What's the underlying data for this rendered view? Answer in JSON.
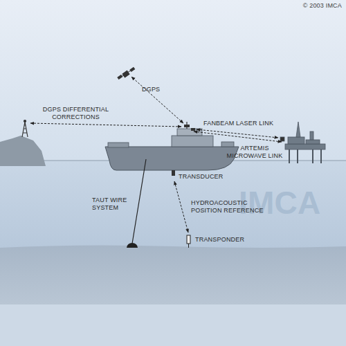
{
  "diagram": {
    "labels": [
      "© 2003 IMCA",
      "IMCA",
      "DGPS",
      "DGPS DIFFERENTIAL CORRECTIONS",
      "FANBEAM LASER LINK",
      "ARTEMIS MICROWAVE LINK",
      "TRANSDUCER",
      "TAUT WIRE SYSTEM",
      "HYDROACOUSTIC POSITION REFERENCE",
      "TRANSPONDER"
    ]
  }
}
